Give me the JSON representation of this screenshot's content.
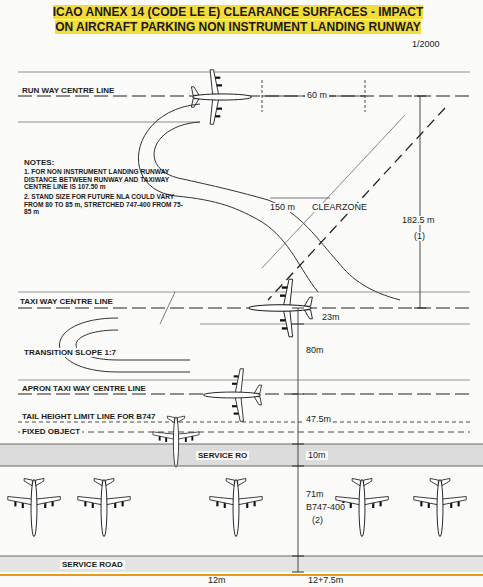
{
  "diagram": {
    "title": "ICAO ANNEX 14 (CODE LE E) CLEARANCE SURFACES - IMPACT ON AIRCRAFT PARKING NON INSTRUMENT LANDING RUNWAY",
    "labels": [
      "1/2000",
      "RUN WAY CENTRE LINE",
      "60 m",
      "NOTES:",
      "1. FOR NON INSTRUMENT LANDING RUNWAY DISTANCE BETWEEN RUNWAY AND TAXIWAY CENTRE LINE IS 107.50 m",
      "2. STAND SIZE FOR FUTURE NLA COULD VARY FROM 80 TO 85 m, STRETCHED 747-400 FROM 75-85 m",
      "150 m",
      "CLEARZONE",
      "182.5 m",
      "(1)",
      "TAXI WAY CENTRE LINE",
      "23m",
      "TRANSITION SLOPE 1:7",
      "80m",
      "APRON TAXI WAY CENTRE LINE",
      "47.5m",
      "TAIL HEIGHT LIMIT LINE FOR B747",
      "FIXED OBJECT",
      "SERVICE RO",
      "10m",
      "71m",
      "B747-400",
      "(2)",
      "SERVICE ROAD",
      "12m",
      "12+7.5m"
    ]
  }
}
